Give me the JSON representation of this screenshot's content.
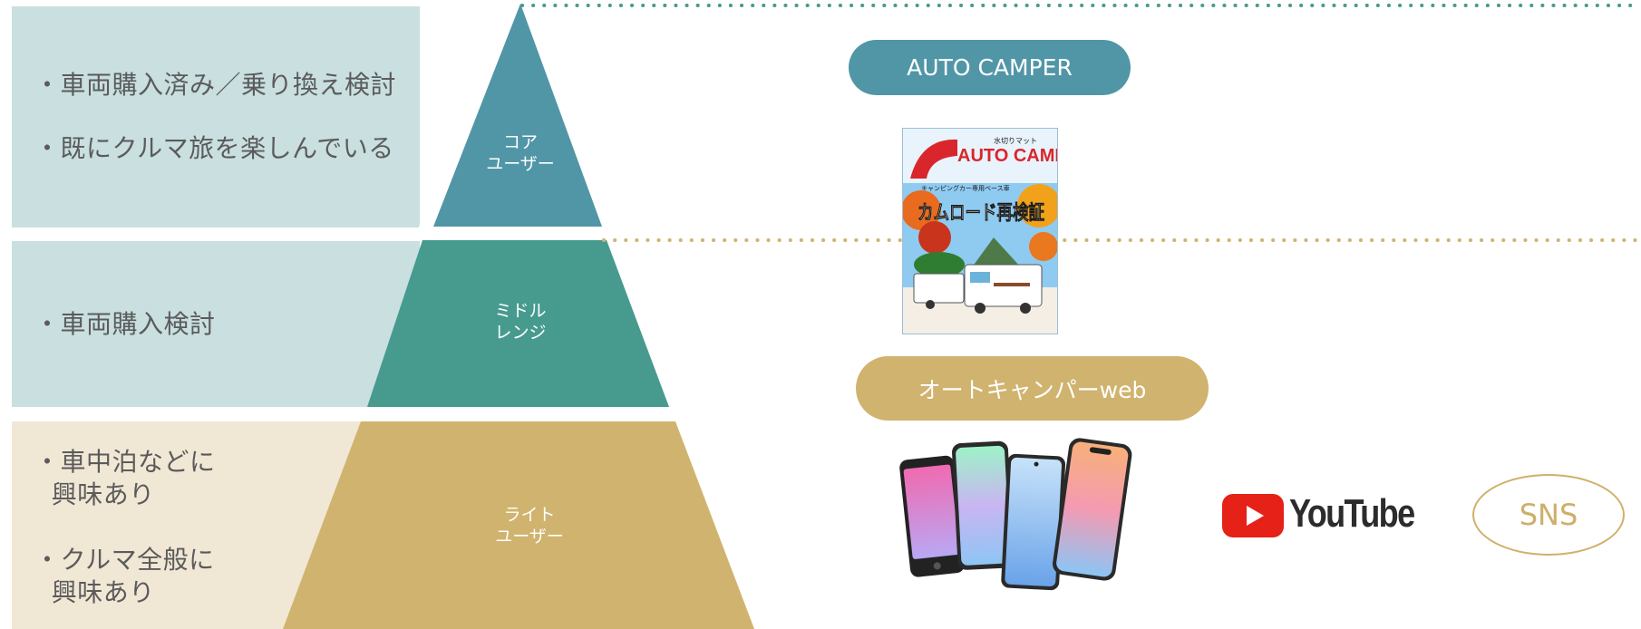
{
  "pyramid": {
    "core": {
      "bullets": [
        "・車両購入済み／乗り換え検討",
        "・既にクルマ旅を楽しんでいる"
      ],
      "label": "コア\nユーザー",
      "color": "#5196a6",
      "bg": "#c9dfe0"
    },
    "middle": {
      "bullets": [
        "・車両購入検討"
      ],
      "label": "ミドル\nレンジ",
      "color": "#479a8e",
      "bg": "#c9dfe0"
    },
    "light": {
      "bullets": [
        "・車中泊などに\n  興味あり",
        "・クルマ全般に\n  興味あり"
      ],
      "label": "ライト\nユーザー",
      "color": "#d0b36e",
      "bg": "#f1e7d5"
    }
  },
  "media": {
    "magazine_label": "AUTO CAMPER",
    "magazine_cover": {
      "masthead": "AUTO CAMPER",
      "headline": "カムロード再検証",
      "tagline": "キャンピングカー専用ベース車",
      "banner": "水切りマット"
    },
    "web_label": "オートキャンパーweb",
    "youtube_label": "YouTube",
    "sns_label": "SNS"
  },
  "colors": {
    "teal_dots": "#479a8e",
    "gold_dots": "#d0b36e",
    "pill_teal": "#5196a6",
    "pill_gold": "#d0b36e"
  }
}
